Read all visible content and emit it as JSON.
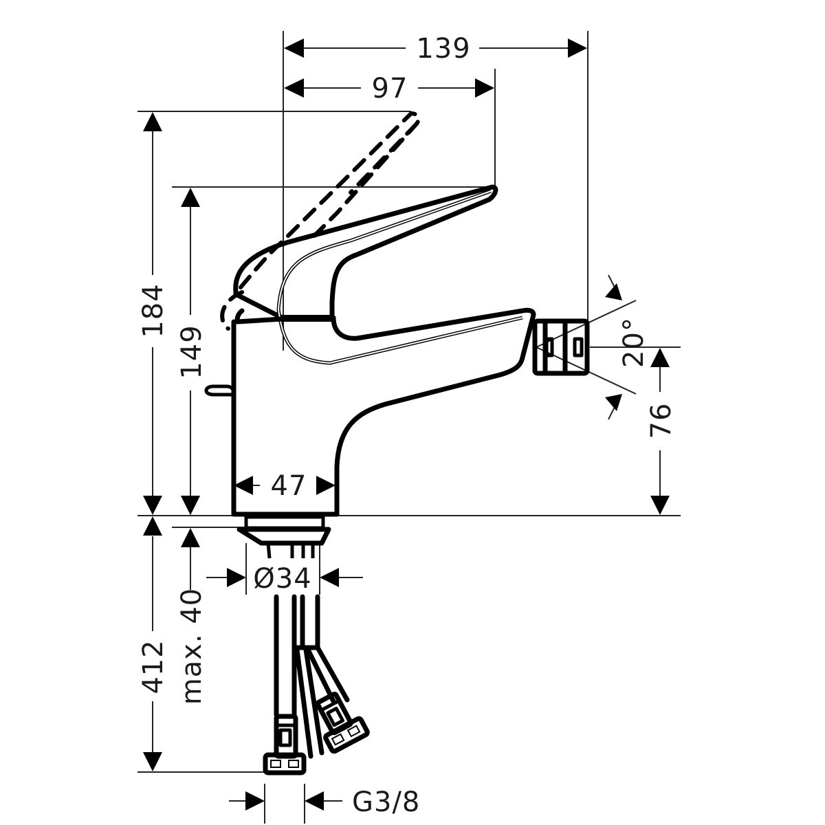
{
  "drawing": {
    "subject": "Single-lever bidet mixer – side elevation with dimensions",
    "colors": {
      "line": "#000000",
      "background": "#ffffff",
      "text": "#1a1a1a"
    }
  },
  "dimensions": {
    "overall_depth": "139",
    "lever_reach": "97",
    "height_lever_open": "184",
    "height_lever_closed": "149",
    "spray_angle": "20°",
    "outlet_height": "76",
    "body_width": "47",
    "mount_diameter": "Ø34",
    "max_deck_thickness": "max. 40",
    "hose_length": "412",
    "connection_thread": "G3/8"
  }
}
